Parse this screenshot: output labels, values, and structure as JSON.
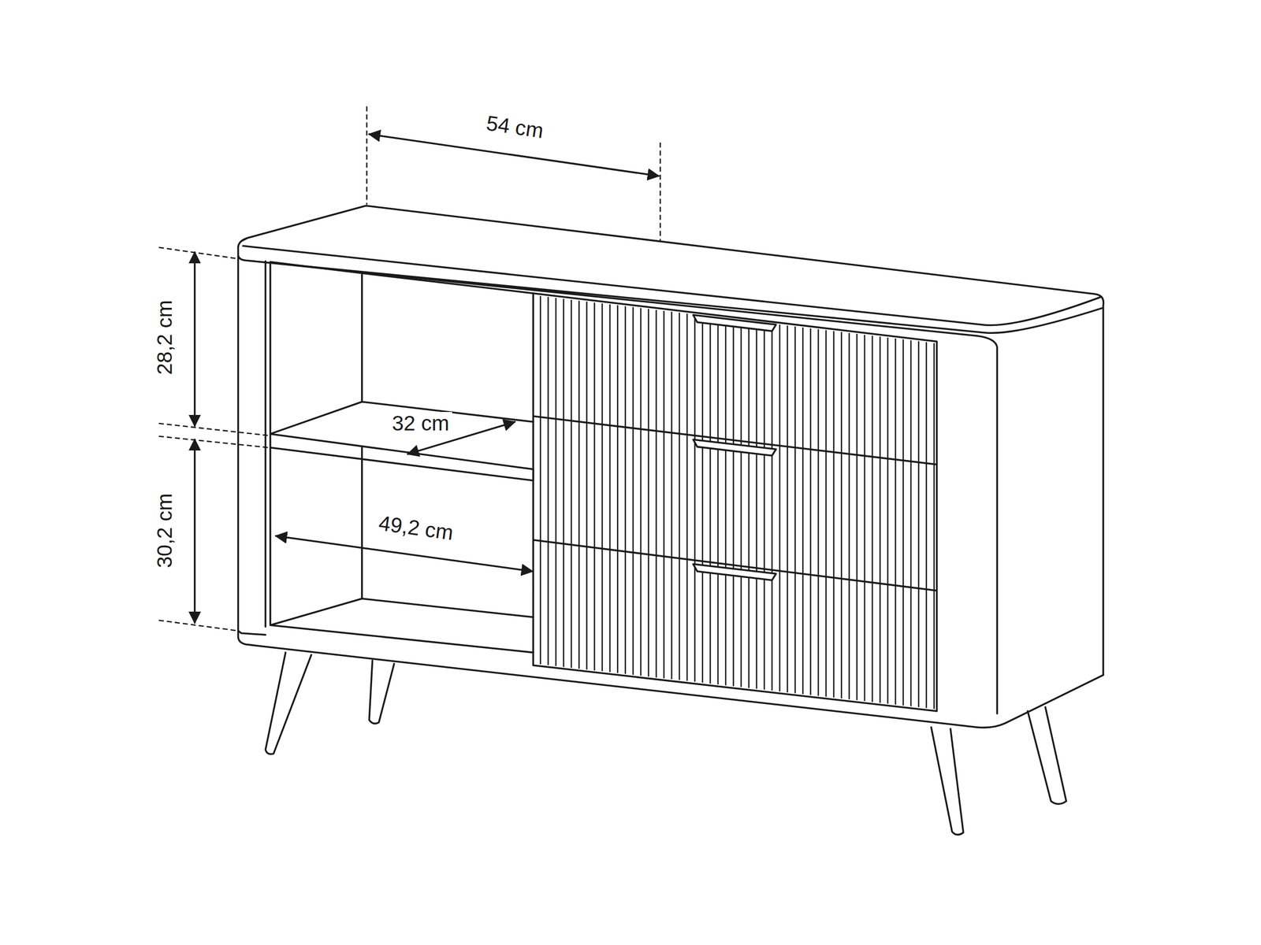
{
  "diagram": {
    "labels": [
      "54 cm",
      "28,2 cm",
      "32 cm",
      "30,2 cm",
      "49,2 cm"
    ]
  }
}
